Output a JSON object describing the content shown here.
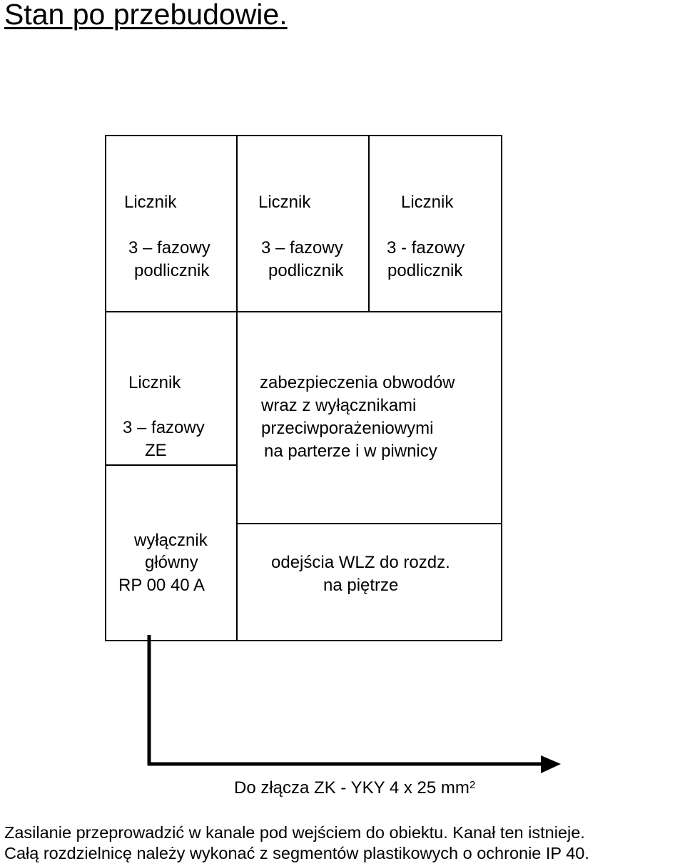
{
  "title": "Stan po przebudowie.",
  "meters": [
    {
      "line1": "Licznik",
      "line2": "3 – fazowy",
      "line3": "podlicznik"
    },
    {
      "line1": "Licznik",
      "line2": "3 – fazowy",
      "line3": "podlicznik"
    },
    {
      "line1": "Licznik",
      "line2": "3 - fazowy",
      "line3": "podlicznik"
    }
  ],
  "main_meter": {
    "line1": "Licznik",
    "line2": "3 – fazowy",
    "line3": "ZE"
  },
  "protection": {
    "line1": "zabezpieczenia obwodów",
    "line2": "wraz z  wyłącznikami",
    "line3": "przeciwporażeniowymi",
    "line4": "na parterze i w piwnicy"
  },
  "main_switch": {
    "line1": "wyłącznik",
    "line2": "główny",
    "line3": "RP 00 40 A"
  },
  "outputs": {
    "line1": "odejścia WLZ do rozdz.",
    "line2": "na piętrze"
  },
  "cable_label": {
    "text": "Do złącza ZK  -  YKY 4 x 25 mm",
    "superscript": "2"
  },
  "notes": [
    "Zasilanie przeprowadzić w kanale pod wejściem do obiektu. Kanał ten istnieje.",
    "Całą rozdzielnicę należy wykonać z segmentów plastikowych o ochronie IP 40."
  ],
  "colors": {
    "line": "#000000",
    "background": "#ffffff"
  }
}
